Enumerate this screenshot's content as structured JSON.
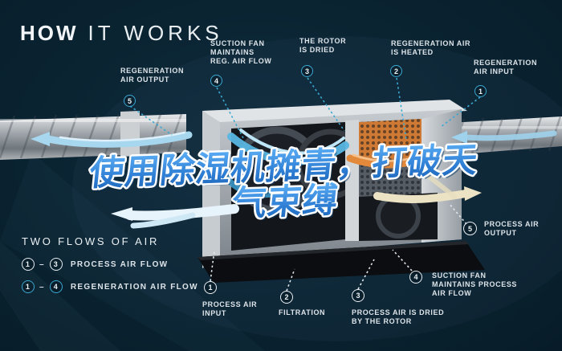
{
  "title": {
    "bold": "HOW",
    "light": "IT WORKS"
  },
  "colors": {
    "background": "#0a2331",
    "accent_cyan": "#3aa8d2",
    "label_text": "#dde4e9",
    "overlay_blue": "#2f7fd5",
    "overlay_outline": "#ffffff",
    "heater_orange": "#d97d30",
    "dry_air_cream": "#ece3c4",
    "wet_air_blue": "#a6d7ef"
  },
  "overlay": {
    "line1": "使用除湿机摊青，打破天",
    "line2": "气束缚"
  },
  "callouts": {
    "regen_output": {
      "number": "5",
      "lines": [
        "REGENERATION",
        "AIR OUTPUT"
      ]
    },
    "suction_reg": {
      "number": "4",
      "lines": [
        "SUCTION FAN",
        "MAINTAINS",
        "REG. AIR FLOW"
      ]
    },
    "rotor_dried": {
      "number": "3",
      "lines": [
        "THE ROTOR",
        "IS DRIED"
      ]
    },
    "regen_heated": {
      "number": "2",
      "lines": [
        "REGENERATION AIR",
        "IS HEATED"
      ]
    },
    "regen_input": {
      "number": "1",
      "lines": [
        "REGENERATION",
        "AIR INPUT"
      ]
    },
    "process_output": {
      "number": "5",
      "lines": [
        "PROCESS AIR",
        "OUTPUT"
      ]
    },
    "process_input": {
      "number": "1",
      "lines": [
        "PROCESS AIR",
        "INPUT"
      ]
    },
    "filtration": {
      "number": "2",
      "lines": [
        "FILTRATION"
      ]
    },
    "process_dried": {
      "number": "3",
      "lines": [
        "PROCESS AIR IS DRIED",
        "BY THE ROTOR"
      ]
    },
    "suction_process": {
      "number": "4",
      "lines": [
        "SUCTION FAN",
        "MAINTAINS PROCESS",
        "AIR FLOW"
      ]
    }
  },
  "legend": {
    "heading": "TWO FLOWS OF AIR",
    "rows": [
      {
        "from": "1",
        "dash": "–",
        "to": "3",
        "label": "PROCESS AIR FLOW"
      },
      {
        "from": "1",
        "dash": "–",
        "to": "4",
        "label": "REGENERATION AIR FLOW"
      }
    ]
  }
}
